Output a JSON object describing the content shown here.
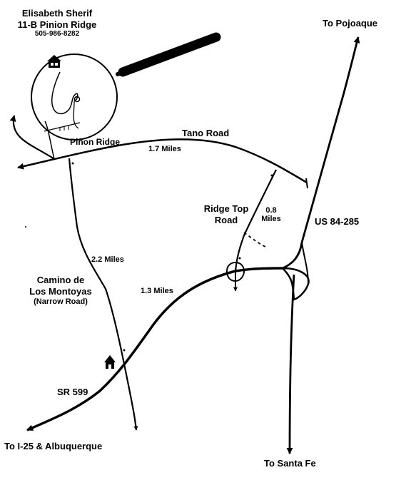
{
  "contact": {
    "name": "Elisabeth Sherif",
    "address": "11-B Pinion Ridge",
    "phone": "505-986-8282"
  },
  "roads": {
    "tano_road": "Tano Road",
    "pinon_ridge": "Piñon Ridge",
    "ridge_top_line1": "Ridge Top",
    "ridge_top_line2": "Road",
    "us_highway": "US 84-285",
    "camino_line1": "Camino de",
    "camino_line2": "Los Montoyas",
    "camino_note": "(Narrow Road)",
    "state_road": "SR 599"
  },
  "distances": {
    "tano": "1.7 Miles",
    "ridge_top_line1": "0.8",
    "ridge_top_line2": "Miles",
    "camino": "2.2 Miles",
    "sr599": "1.3 Miles"
  },
  "destinations": {
    "pojoaque": "To Pojoaque",
    "santa_fe": "To Santa Fe",
    "albuquerque": "To I-25 &  Albuquerque"
  },
  "icons": {
    "house": "house-icon",
    "home_marker": "home-marker-icon",
    "magnifier": "magnifier-icon"
  },
  "colors": {
    "ink": "#000000",
    "paper": "#ffffff"
  }
}
